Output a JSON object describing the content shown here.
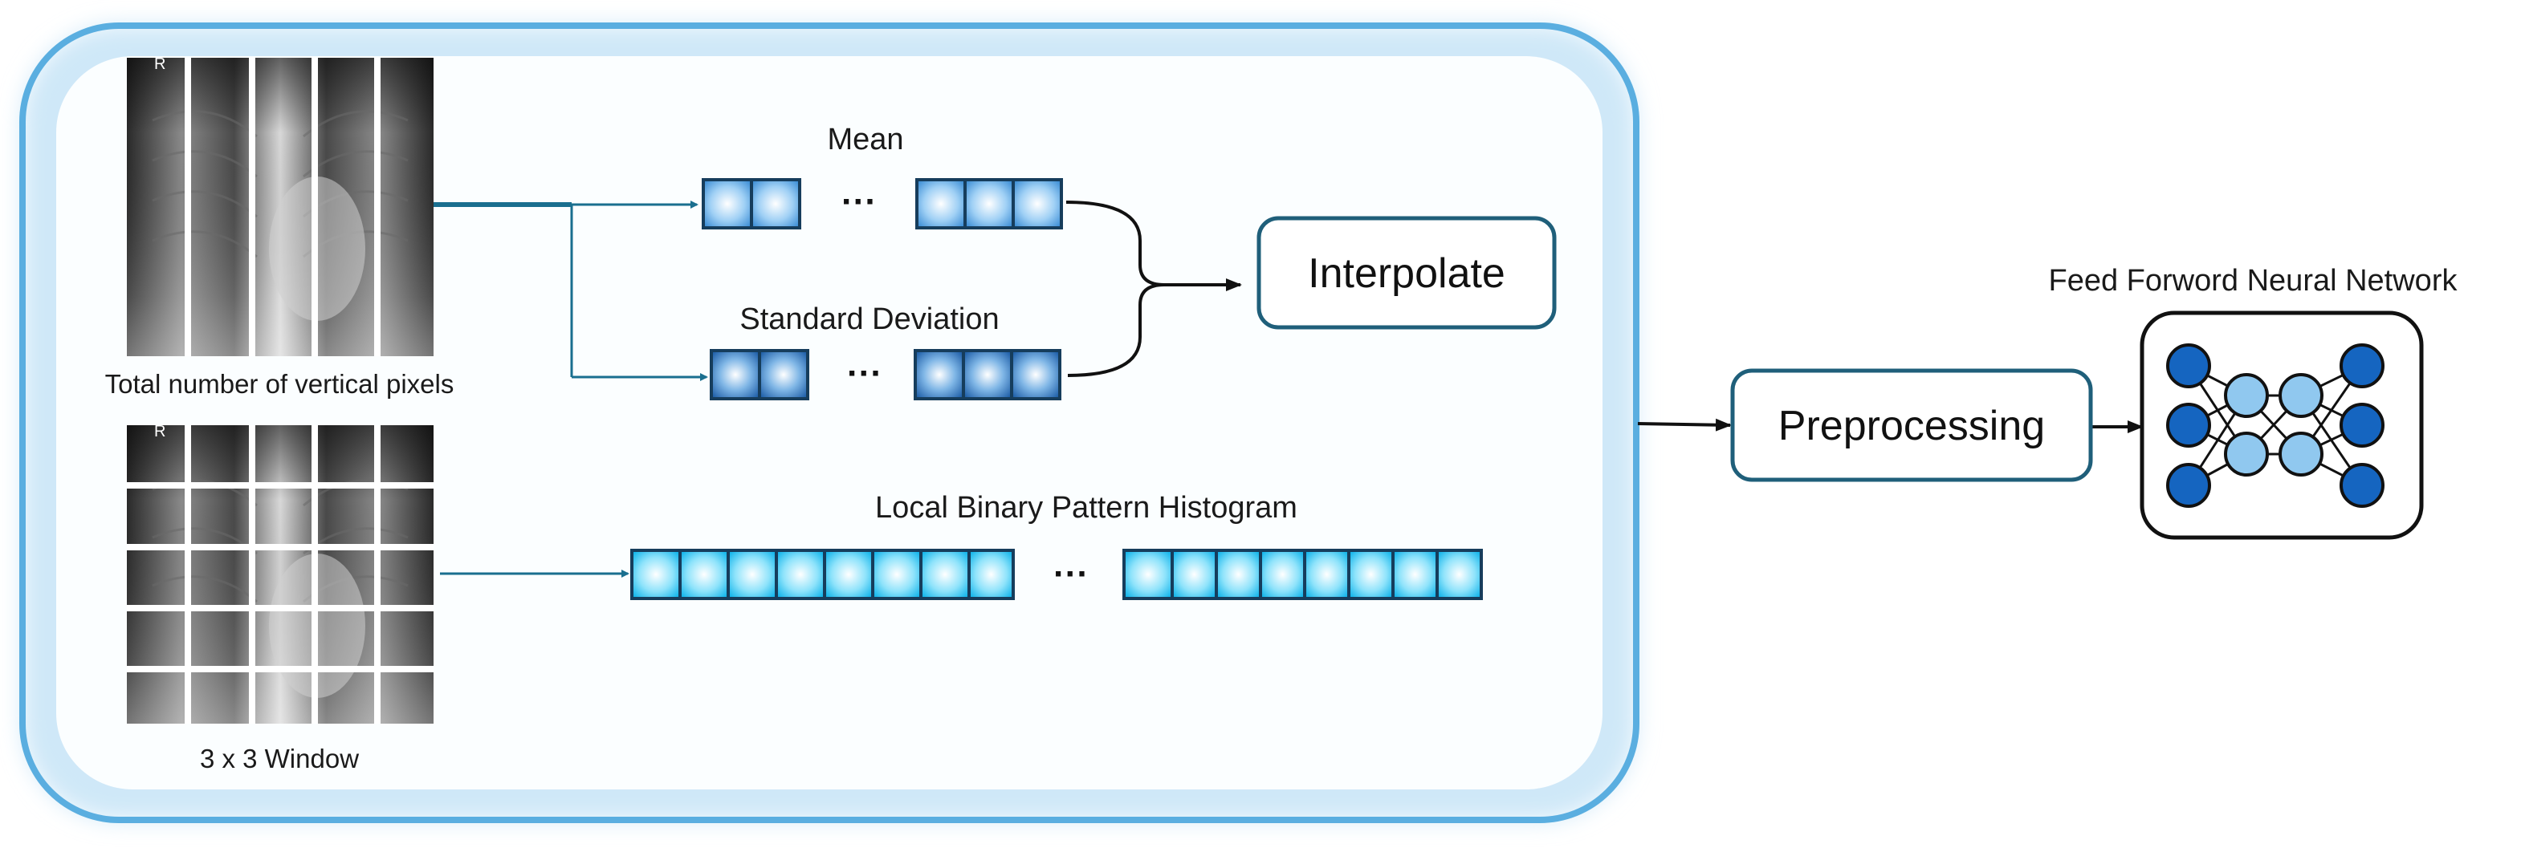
{
  "labels": {
    "vertical_caption": "Total number of vertical pixels",
    "window_caption": "3 x 3 Window",
    "mean": "Mean",
    "std": "Standard Deviation",
    "lbp": "Local Binary Pattern Histogram",
    "ellipsis": "···",
    "interpolate": "Interpolate",
    "preprocessing": "Preprocessing",
    "ffnn_title": "Feed Forword Neural Network",
    "xray_marker": "R"
  },
  "colors": {
    "outer_border": "#5aaee0",
    "arrow": "#1a6f8f",
    "box_border": "#1f5f7a",
    "cell_mean": "#4f9fdc",
    "cell_std": "#2f79bd",
    "cell_lbp": "#22c0ee",
    "node_dark": "#1565c0",
    "node_light": "#90c8ef"
  },
  "icons": {
    "xray_top": "chest-xray-vertical-strips",
    "xray_bottom": "chest-xray-grid-windows",
    "network": "neural-network-icon"
  }
}
